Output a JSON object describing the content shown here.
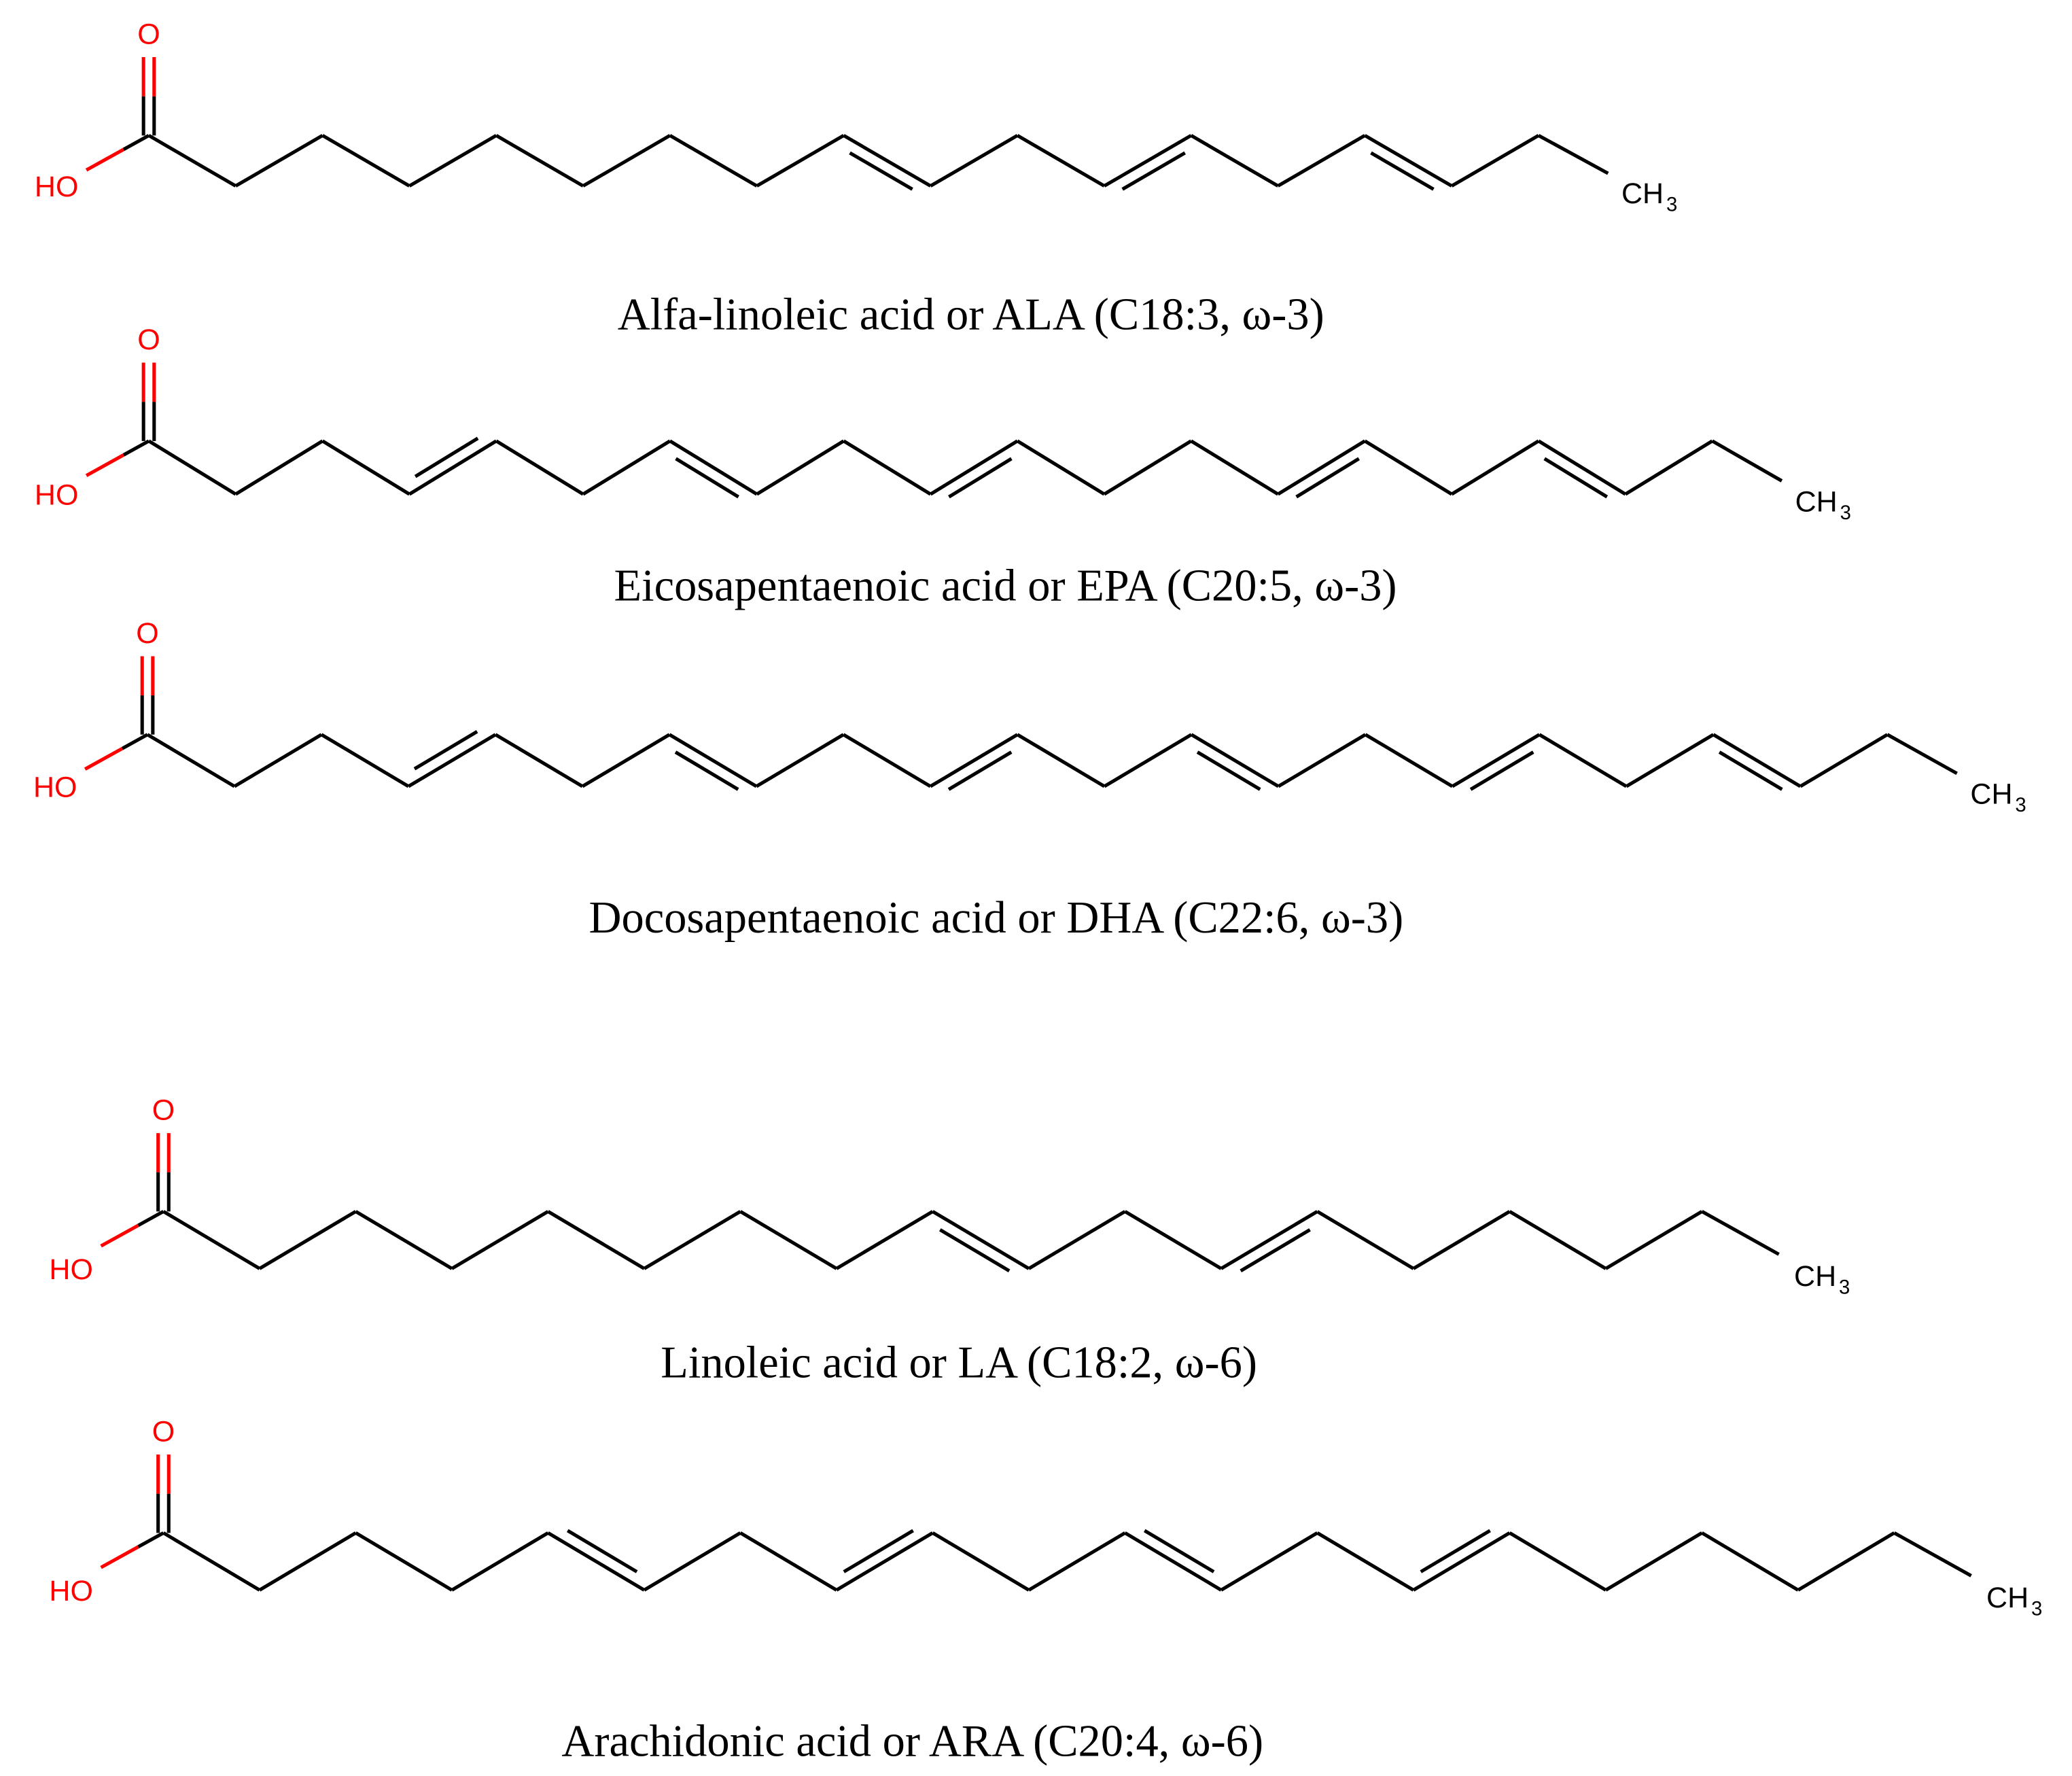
{
  "figure": {
    "colors": {
      "bond": "#000000",
      "oxygen": "#ff0000"
    },
    "labels": {
      "oxygen": "O",
      "hydroxyl": "HO",
      "methyl": "CH",
      "methyl_subscript": "3"
    },
    "molecules": [
      {
        "id": "ala",
        "caption": "Alfa-linoleic acid or ALA (C18:3, ω-3)",
        "carbons": 18,
        "double_bonds": [
          9,
          12,
          15
        ]
      },
      {
        "id": "epa",
        "caption": "Eicosapentaenoic acid or EPA (C20:5, ω-3)",
        "carbons": 20,
        "double_bonds": [
          4,
          7,
          10,
          14,
          17
        ]
      },
      {
        "id": "dha",
        "caption": "Docosapentaenoic acid or DHA (C22:6, ω-3)",
        "carbons": 22,
        "double_bonds": [
          4,
          7,
          10,
          13,
          16,
          19
        ]
      },
      {
        "id": "la",
        "caption": "Linoleic acid or LA (C18:2, ω-6)",
        "carbons": 18,
        "double_bonds": [
          9,
          12
        ]
      },
      {
        "id": "ara",
        "caption": "Arachidonic acid or ARA (C20:4, ω-6)",
        "carbons": 20,
        "double_bonds": [
          5,
          8,
          11,
          14
        ]
      }
    ]
  }
}
